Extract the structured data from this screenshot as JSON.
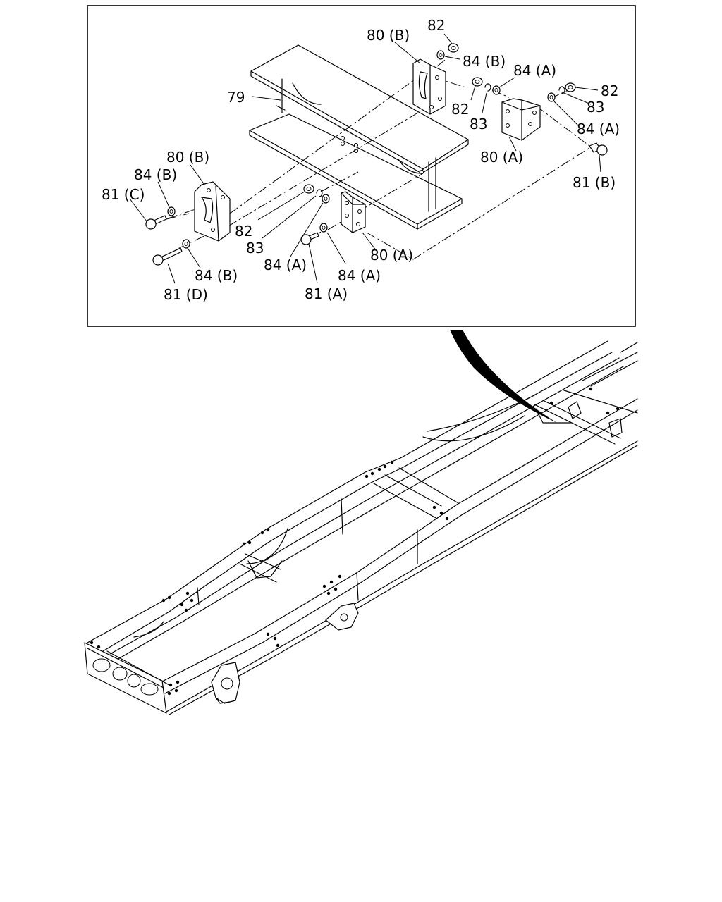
{
  "callouts": {
    "c82_top": "82",
    "c80b_top": "80 (B)",
    "c84b_top": "84 (B)",
    "c84a_top": "84 (A)",
    "c82_right": "82",
    "c83_right": "83",
    "c84a_right": "84 (A)",
    "c82_mid": "82",
    "c83_mid": "83",
    "c80a_right": "80 (A)",
    "c81b": "81 (B)",
    "c79": "79",
    "c80b_left": "80 (B)",
    "c84b_left": "84 (B)",
    "c81c": "81 (C)",
    "c82_low": "82",
    "c83_low": "83",
    "c84a_low": "84 (A)",
    "c84a_low2": "84 (A)",
    "c80a_low": "80 (A)",
    "c84b_low": "84 (B)",
    "c81d": "81 (D)",
    "c81a": "81 (A)"
  }
}
